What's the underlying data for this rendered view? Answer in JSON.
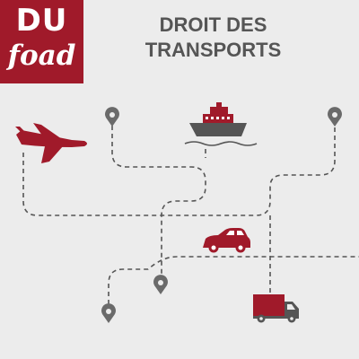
{
  "logo": {
    "line1": "DU",
    "line2": "foad"
  },
  "title": {
    "line1": "DROIT DES",
    "line2": "TRANSPORTS"
  },
  "colors": {
    "brand": "#a01a2a",
    "background": "#ececec",
    "route": "#555555",
    "pin": "#6a6a6a",
    "title": "#555555"
  },
  "icons": [
    "airplane-icon",
    "ship-icon",
    "car-icon",
    "truck-icon",
    "map-pin-icon"
  ]
}
